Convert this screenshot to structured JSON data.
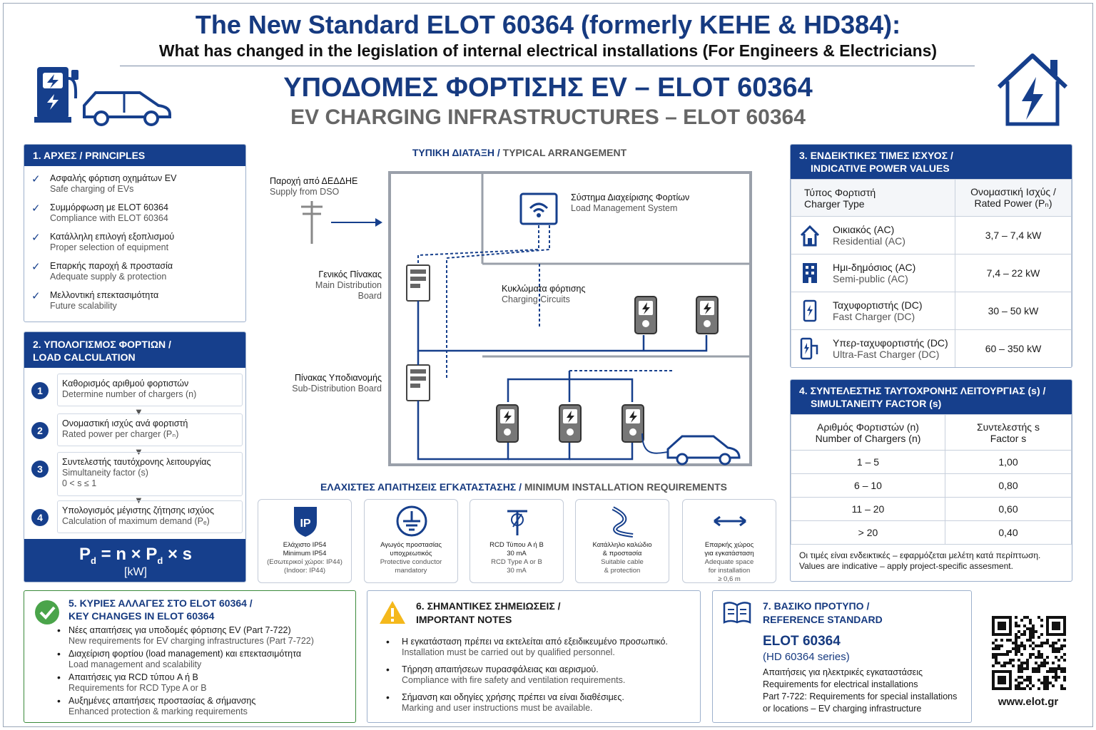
{
  "header": {
    "title": "The New Standard ELOT 60364 (formerly KEHE & HD384):",
    "subtitle": "What has changed in the legislation of internal electrical installations (For Engineers & Electricians)",
    "main_gr": "ΥΠΟΔΟΜΕΣ ΦΟΡΤΙΣΗΣ EV – ELOT 60364",
    "main_en": "EV CHARGING INFRASTRUCTURES – ELOT 60364"
  },
  "principles": {
    "title": "1. ΑΡΧΕΣ / PRINCIPLES",
    "items": [
      {
        "gr": "Ασφαλής φόρτιση οχημάτων EV",
        "en": "Safe charging of EVs"
      },
      {
        "gr": "Συμμόρφωση με ELOT 60364",
        "en": "Compliance with ELOT 60364"
      },
      {
        "gr": "Κατάλληλη επιλογή εξοπλισμού",
        "en": "Proper selection of equipment"
      },
      {
        "gr": "Επαρκής παροχή & προστασία",
        "en": "Adequate supply & protection"
      },
      {
        "gr": "Μελλοντική επεκτασιμότητα",
        "en": "Future scalability"
      }
    ]
  },
  "load": {
    "title_gr": "2. ΥΠΟΛΟΓΙΣΜΟΣ ΦΟΡΤΙΩΝ /",
    "title_en": "LOAD CALCULATION",
    "steps": [
      {
        "n": "1",
        "gr": "Καθορισμός αριθμού φορτιστών",
        "en": "Determine number of chargers (n)"
      },
      {
        "n": "2",
        "gr": "Ονομαστική ισχύς ανά φορτιστή",
        "en": "Rated power per charger (Pₙ)"
      },
      {
        "n": "3",
        "gr": "Συντελεστής ταυτόχρονης λειτουργίας",
        "en": "Simultaneity factor (s)",
        "extra": "0 < s ≤ 1"
      },
      {
        "n": "4",
        "gr": "Υπολογισμός μέγιστης ζήτησης ισχύος",
        "en": "Calculation of maximum demand (Pₑ)"
      }
    ],
    "formula": "Pd = n × Pd × s",
    "unit": "[kW]"
  },
  "diagram": {
    "title_gr": "ΤΥΠΙΚΗ ΔΙΑΤΑΞΗ",
    "title_en": "TYPICAL ARRANGEMENT",
    "dso_gr": "Παροχή από ΔΕΔΔΗΕ",
    "dso_en": "Supply from DSO",
    "lms_gr": "Σύστημα Διαχείρισης Φορτίων",
    "lms_en": "Load Management System",
    "mdb_gr": "Γενικός Πίνακας",
    "mdb_en1": "Main Distribution",
    "mdb_en2": "Board",
    "cc_gr": "Κυκλώματα φόρτισης",
    "cc_en": "Charging Circuits",
    "sdb_gr": "Πίνακας Υποδιανομής",
    "sdb_en": "Sub-Distribution Board"
  },
  "power": {
    "title_gr": "3. ΕΝΔΕΙΚΤΙΚΕΣ ΤΙΜΕΣ ΙΣΧΥΟΣ /",
    "title_en": "INDICATIVE POWER VALUES",
    "col1_gr": "Τύπος Φορτιστή",
    "col1_en": "Charger Type",
    "col2_gr": "Ονομαστική Ισχύς /",
    "col2_en": "Rated Power (Pₙ)",
    "rows": [
      {
        "gr": "Οικιακός (AC)",
        "en": "Residential (AC)",
        "val": "3,7 – 7,4 kW",
        "icon": "house-icon"
      },
      {
        "gr": "Ημι-δημόσιος (AC)",
        "en": "Semi-public (AC)",
        "val": "7,4 – 22 kW",
        "icon": "building-icon"
      },
      {
        "gr": "Ταχυφορτιστής (DC)",
        "en": "Fast Charger (DC)",
        "val": "30 – 50 kW",
        "icon": "fast-charger-icon"
      },
      {
        "gr": "Υπερ-ταχυφορτιστής (DC)",
        "en": "Ultra-Fast Charger (DC)",
        "val": "60 – 350 kW",
        "icon": "ultra-fast-charger-icon"
      }
    ]
  },
  "simult": {
    "title_gr": "4. ΣΥΝΤΕΛΕΣΤΗΣ ΤΑΥΤΟΧΡΟΝΗΣ ΛΕΙΤΟΥΡΓΙΑΣ (s) /",
    "title_en": "SIMULTANEITY FACTOR (s)",
    "col1_gr": "Αριθμός Φορτιστών (n)",
    "col1_en": "Number of Chargers (n)",
    "col2_gr": "Συντελεστής s",
    "col2_en": "Factor s",
    "rows": [
      {
        "n": "1 – 5",
        "s": "1,00"
      },
      {
        "n": "6 – 10",
        "s": "0,80"
      },
      {
        "n": "11 – 20",
        "s": "0,60"
      },
      {
        "n": "> 20",
        "s": "0,40"
      }
    ],
    "note_gr": "Οι τιμές είναι ενδεικτικές – εφαρμόζεται μελέτη κατά περίπτωση.",
    "note_en": "Values are indicative – apply project-specific assesment."
  },
  "requirements": {
    "title_gr": "ΕΛΑΧΙΣΤΕΣ ΑΠΑΙΤΗΣΕΙΣ ΕΓΚΑΤΑΣΤΑΣΗΣ",
    "title_en": "MINIMUM INSTALLATION REQUIREMENTS",
    "items": [
      {
        "l1": "Ελάχιστο IP54",
        "l2": "Minimum IP54",
        "l3": "(Εσωτερικοί χώροι: IP44)",
        "l4": "(Indoor: IP44)"
      },
      {
        "l1": "Αγωγός προστασίας",
        "l2": "υποχρεωτικός",
        "l3": "Protective conductor",
        "l4": "mandatory"
      },
      {
        "l1": "RCD Τύπου A ή B",
        "l2": "30 mA",
        "l3": "RCD Type A or B",
        "l4": "30 mA"
      },
      {
        "l1": "Κατάλληλο καλώδιο",
        "l2": "& προστασία",
        "l3": "Suitable cable",
        "l4": "& protection"
      },
      {
        "l1": "Επαρκής χώρος",
        "l2": "για εγκατάσταση",
        "l3": "Adequate space",
        "l4": "for installation",
        "l5": "≥ 0,6 m"
      }
    ]
  },
  "changes": {
    "title_gr": "5. ΚΥΡΙΕΣ ΑΛΛΑΓΕΣ ΣΤΟ ELOT 60364 /",
    "title_en": "KEY CHANGES IN ELOT 60364",
    "items": [
      {
        "gr": "Νέες απαιτήσεις για υποδομές φόρτισης EV (Part 7-722)",
        "en": "New requirements for EV charging infrastructures (Part 7-722)"
      },
      {
        "gr": "Διαχείριση φορτίου (load management) και επεκτασιμότητα",
        "en": "Load management and scalability"
      },
      {
        "gr": "Απαιτήσεις για RCD τύπου A ή B",
        "en": "Requirements for RCD Type A or B"
      },
      {
        "gr": "Αυξημένες απαιτήσεις προστασίας & σήμανσης",
        "en": "Enhanced protection & marking requirements"
      }
    ]
  },
  "notes": {
    "title_gr": "6. ΣΗΜΑΝΤΙΚΕΣ ΣΗΜΕΙΩΣΕΙΣ /",
    "title_en": "IMPORTANT NOTES",
    "items": [
      {
        "gr": "Η εγκατάσταση πρέπει να εκτελείται από εξειδικευμένο προσωπικό.",
        "en": "Installation must be carried out by qualified personnel."
      },
      {
        "gr": "Τήρηση απαιτήσεων πυρασφάλειας και αερισμού.",
        "en": "Compliance with fire safety and ventilation requirements."
      },
      {
        "gr": "Σήμανση και οδηγίες χρήσης πρέπει να είναι διαθέσιμες.",
        "en": "Marking and user instructions must be available."
      }
    ]
  },
  "reference": {
    "title_gr": "7. ΒΑΣΙΚΟ ΠΡΟΤΥΠΟ /",
    "title_en": "REFERENCE STANDARD",
    "std": "ELOT 60364",
    "series": "(HD 60364 series)",
    "l1": "Απαιτήσεις για ηλεκτρικές εγκαταστάσεις",
    "l2": "Requirements for electrical installations",
    "l3": "Part 7-722: Requirements for special installations",
    "l4": "or locations – EV charging infrastructure",
    "url": "www.elot.gr"
  }
}
